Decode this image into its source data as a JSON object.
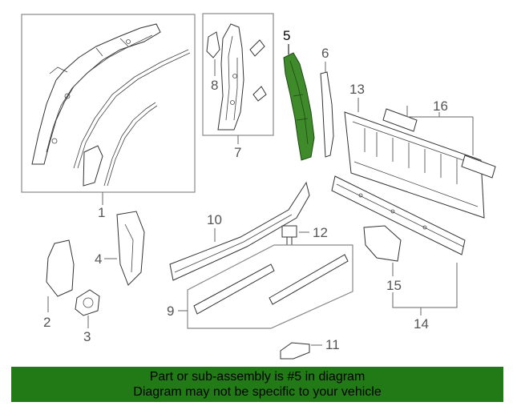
{
  "diagram": {
    "callouts": {
      "c1": "1",
      "c2": "2",
      "c3": "3",
      "c4": "4",
      "c5": "5",
      "c6": "6",
      "c7": "7",
      "c8": "8",
      "c9": "9",
      "c10": "10",
      "c11": "11",
      "c12": "12",
      "c13": "13",
      "c14": "14",
      "c15": "15",
      "c16": "16"
    },
    "highlight_part": "5",
    "highlight_color": "#3f8a2a"
  },
  "banner": {
    "line1": "Part or sub-assembly is #5 in diagram",
    "line2": "Diagram may not be specific to your vehicle",
    "background": "#217a16"
  }
}
